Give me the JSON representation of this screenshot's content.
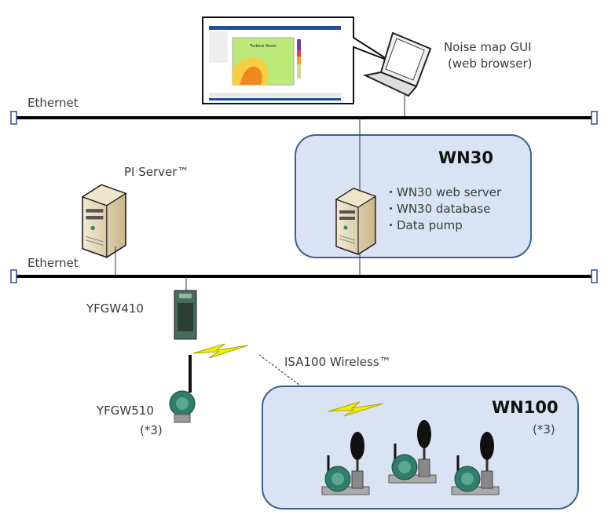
{
  "gui": {
    "label_line1": "Noise map GUI",
    "label_line2": "(web browser)",
    "screen_title": "Turbine Room"
  },
  "networks": [
    {
      "label": "Ethernet"
    },
    {
      "label": "Ethernet"
    }
  ],
  "pi_server": {
    "label": "PI Server™"
  },
  "wn30": {
    "title": "WN30",
    "items": [
      "・WN30 web server",
      "・WN30 database",
      "・Data pump"
    ]
  },
  "yfgw410": {
    "label": "YFGW410"
  },
  "yfgw510": {
    "label": "YFGW510",
    "note": "(*3)"
  },
  "wireless": {
    "label": "ISA100 Wireless™"
  },
  "wn100": {
    "title": "WN100",
    "note": "(*3)"
  },
  "colors": {
    "box_fill": "#dae3f3",
    "box_stroke": "#3f5f93",
    "lightning": "#f0f000",
    "device_green": "#2f7d6a"
  }
}
